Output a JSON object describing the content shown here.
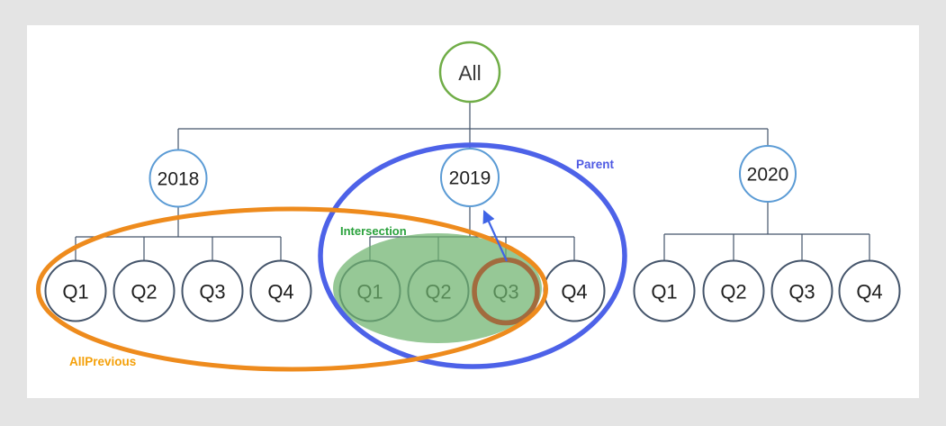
{
  "page": {
    "background_color": "#e4e4e4",
    "canvas_color": "#ffffff"
  },
  "tree": {
    "root": {
      "label": "All",
      "border_color": "#70ad47"
    },
    "years": [
      {
        "label": "2018",
        "border_color": "#5b9bd5",
        "quarters": [
          "Q1",
          "Q2",
          "Q3",
          "Q4"
        ]
      },
      {
        "label": "2019",
        "border_color": "#5b9bd5",
        "quarters": [
          "Q1",
          "Q2",
          "Q3",
          "Q4"
        ]
      },
      {
        "label": "2020",
        "border_color": "#5b9bd5",
        "quarters": [
          "Q1",
          "Q2",
          "Q3",
          "Q4"
        ]
      }
    ],
    "quarter_border_color": "#44546a",
    "connector_color": "#44546a"
  },
  "annotations": {
    "allprevious": {
      "label": "AllPrevious",
      "ellipse_color": "#ee8b1d",
      "label_color": "#f4a00a"
    },
    "parent": {
      "label": "Parent",
      "ellipse_color": "#4d62e8",
      "label_color": "#4f5ae3"
    },
    "intersection": {
      "label": "Intersection",
      "fill_color": "#6eb36e",
      "label_color": "#2aa13c"
    },
    "current_member_ring": {
      "around": "Q3",
      "color": "#a26b3e"
    },
    "arrow": {
      "from": "Q3",
      "to": "2019",
      "color": "#3f64e6"
    }
  }
}
